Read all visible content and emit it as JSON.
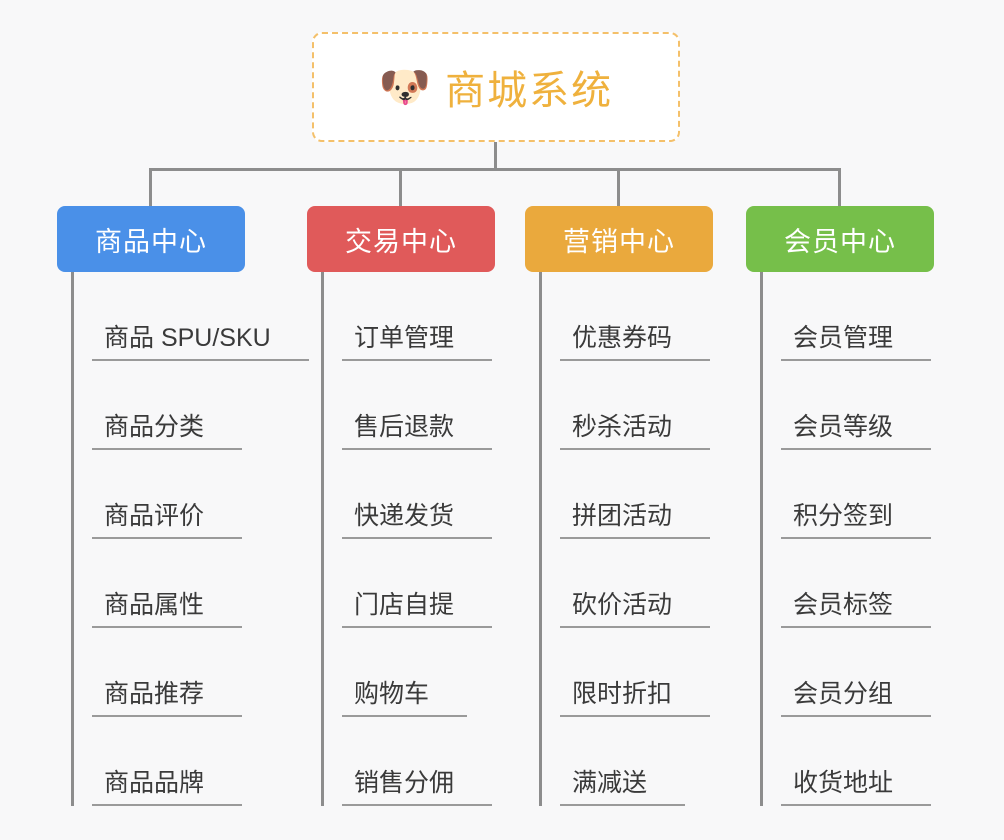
{
  "root": {
    "icon": "dog-face-icon",
    "icon_glyph": "🐶",
    "title": "商城系统",
    "title_color": "#efb13d",
    "border_color": "#f4c06a",
    "background": "#ffffff"
  },
  "canvas": {
    "background": "#f8f8f9",
    "connector_color": "#8d8d8d"
  },
  "columns": [
    {
      "id": "product-center",
      "label": "商品中心",
      "color": "#4a90e8",
      "items": [
        {
          "label": "商品 SPU/SKU"
        },
        {
          "label": "商品分类"
        },
        {
          "label": "商品评价"
        },
        {
          "label": "商品属性"
        },
        {
          "label": "商品推荐"
        },
        {
          "label": "商品品牌"
        }
      ]
    },
    {
      "id": "trade-center",
      "label": "交易中心",
      "color": "#e05a5a",
      "items": [
        {
          "label": "订单管理"
        },
        {
          "label": "售后退款"
        },
        {
          "label": "快递发货"
        },
        {
          "label": "门店自提"
        },
        {
          "label": "购物车"
        },
        {
          "label": "销售分佣"
        }
      ]
    },
    {
      "id": "marketing-center",
      "label": "营销中心",
      "color": "#eaa93d",
      "items": [
        {
          "label": "优惠券码"
        },
        {
          "label": "秒杀活动"
        },
        {
          "label": "拼团活动"
        },
        {
          "label": "砍价活动"
        },
        {
          "label": "限时折扣"
        },
        {
          "label": "满减送"
        }
      ]
    },
    {
      "id": "member-center",
      "label": "会员中心",
      "color": "#76bf4a",
      "items": [
        {
          "label": "会员管理"
        },
        {
          "label": "会员等级"
        },
        {
          "label": "积分签到"
        },
        {
          "label": "会员标签"
        },
        {
          "label": "会员分组"
        },
        {
          "label": "收货地址"
        }
      ]
    }
  ]
}
